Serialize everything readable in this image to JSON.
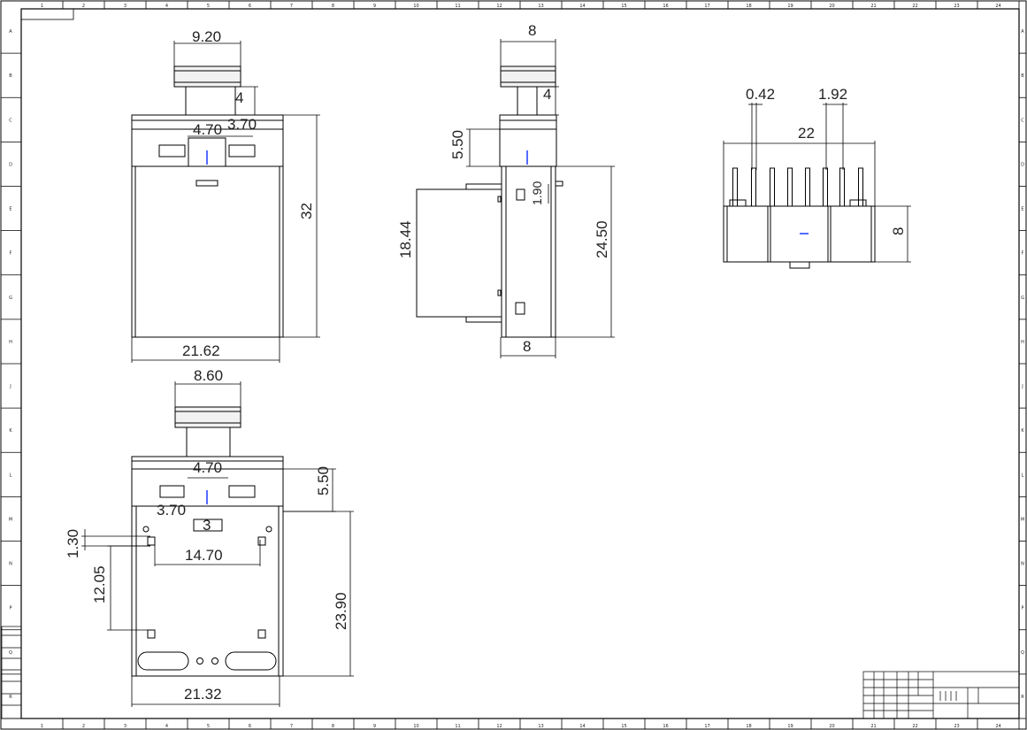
{
  "drawing": {
    "title": "",
    "border_columns": [
      "1",
      "2",
      "3",
      "4",
      "5",
      "6",
      "7",
      "8",
      "9",
      "10",
      "11",
      "12",
      "13",
      "14",
      "15",
      "16",
      "17",
      "18",
      "19",
      "20",
      "21",
      "22",
      "23",
      "24"
    ],
    "border_rows": [
      "A",
      "B",
      "C",
      "D",
      "E",
      "F",
      "G",
      "H",
      "J",
      "K",
      "L",
      "M",
      "N",
      "P",
      "Q",
      "R"
    ]
  },
  "views": {
    "front": {
      "dims": {
        "cap_width": "9.20",
        "cap_height": "4",
        "stem_a": "4.70",
        "stem_b": "3.70",
        "height": "32",
        "width": "21.62"
      }
    },
    "side": {
      "dims": {
        "cap_width": "8",
        "cap_height": "4",
        "upper": "5.50",
        "pin_offset": "1.90",
        "body_height": "18.44",
        "total_height": "24.50",
        "base_width": "8"
      }
    },
    "top": {
      "dims": {
        "pin_width": "0.42",
        "pin_pitch": "1.92",
        "overall": "22",
        "height": "8"
      }
    },
    "rear": {
      "dims": {
        "cap_width": "8.60",
        "stem": "4.70",
        "upper": "5.50",
        "slot_a": "3.70",
        "slot_b": "3",
        "hole_offset": "1.30",
        "hole_span": "14.70",
        "hole_vertical": "12.05",
        "body_height": "23.90",
        "width": "21.32"
      }
    }
  }
}
